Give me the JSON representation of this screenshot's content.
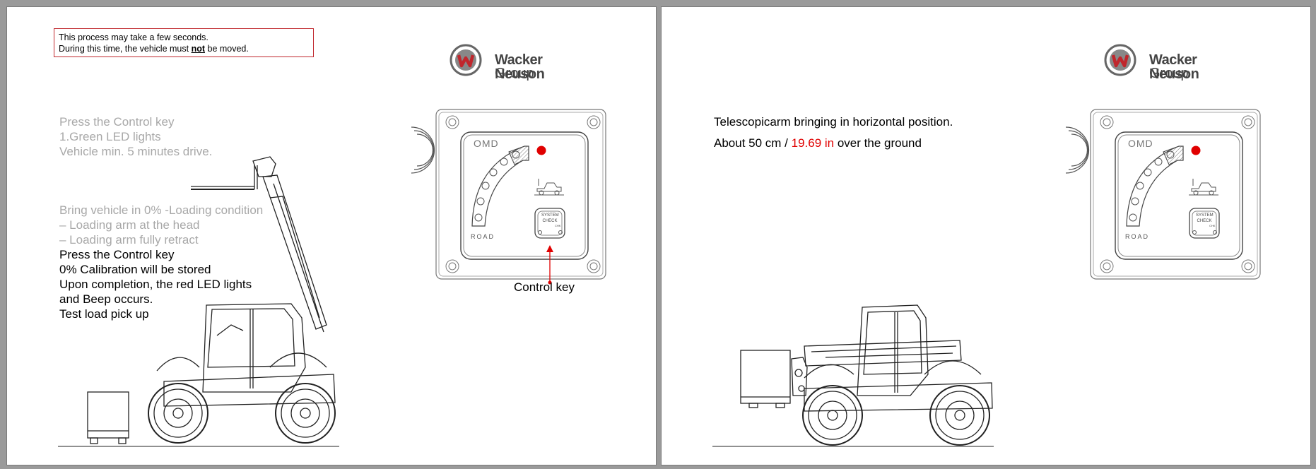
{
  "page1": {
    "notice": {
      "line1": "This process may take a few seconds.",
      "line2_before": "During this time, the vehicle must ",
      "line2_emph": "not",
      "line2_after": " be moved."
    },
    "brand": {
      "name": "Wacker Neuson",
      "sub": "Group"
    },
    "gray_block_1": [
      "Press the Control key",
      "1.Green LED lights",
      "Vehicle min. 5 minutes drive."
    ],
    "gray_block_2": [
      "Bring vehicle in 0% -Loading condition",
      "– Loading arm at the head",
      "– Loading arm fully retract"
    ],
    "black_block": [
      "Press the Control key",
      "0% Calibration will be stored",
      "Upon completion, the red LED lights",
      "and Beep occurs.",
      "Test load pick up"
    ],
    "panel": {
      "brand": "OMD",
      "road_label": "ROAD",
      "button_line1": "SYSTEM",
      "button_line2": "CHECK",
      "button_small": "CHK"
    },
    "callout": "Control key"
  },
  "page2": {
    "brand": {
      "name": "Wacker Neuson",
      "sub": "Group"
    },
    "line1": "Telescopicarm bringing in horizontal position.",
    "line2_before": "About 50 cm / ",
    "line2_red": "19.69 in",
    "line2_after": " over the ground",
    "panel": {
      "brand": "OMD",
      "road_label": "ROAD",
      "button_line1": "SYSTEM",
      "button_line2": "CHECK",
      "button_small": "CHK"
    }
  },
  "colors": {
    "notice_border": "#c0262c",
    "led_red": "#e00000",
    "gray_text": "#a8a8a8",
    "logo_red": "#c0262c"
  }
}
